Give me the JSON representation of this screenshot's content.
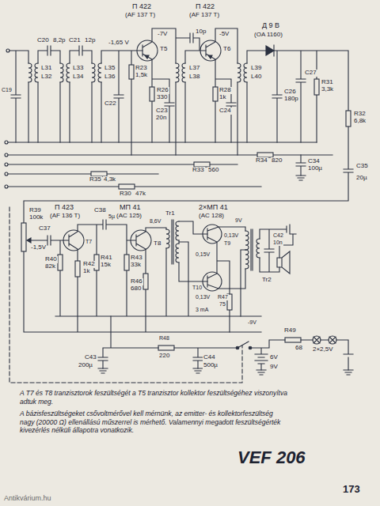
{
  "diagram": {
    "title": "VEF 206",
    "labels": [
      "П 422",
      "(AF 137 T)",
      "П 422",
      "(AF 137 T)",
      "Д 9 В",
      "(OA 1160)",
      "C19",
      "C20",
      "8,2p",
      "C21",
      "12p",
      "L31",
      "L32",
      "L33",
      "L34",
      "L35",
      "L36",
      "-1,65 V",
      "T5",
      "-7V",
      "10p",
      "T6",
      "-5V",
      "L37",
      "L38",
      "L39",
      "L40",
      "R23",
      "1,5k",
      "C22",
      "R26",
      "330",
      "C23",
      "20n",
      "R28",
      "1k",
      "C24",
      "C26",
      "180p",
      "C27",
      "R31",
      "3,3k",
      "R32",
      "6,8k",
      "C35",
      "20µ",
      "R30",
      "47k",
      "R33",
      "560",
      "R34",
      "820",
      "R35",
      "4,3k",
      "C34",
      "100µ",
      "П 423",
      "(AF 136 T)",
      "МП 41",
      "(AC 125)",
      "2×МП 41",
      "(AC 128)",
      "R39",
      "100k",
      "T7",
      "-1,5V",
      "R40",
      "82k",
      "R41",
      "15k",
      "R42",
      "1k",
      "C37",
      "C38",
      "5µ",
      "T8",
      "8,6V",
      "R43",
      "33k",
      "R46",
      "680",
      "Tr1",
      "R47",
      "75",
      "0,13V",
      "0,13V",
      "T9",
      "T10",
      "9V",
      "0,15V",
      "C42",
      "10n",
      "3 mA",
      "-9V",
      "Tr2",
      "R48",
      "220",
      "C43",
      "200µ",
      "C44",
      "500µ",
      "R49",
      "68",
      "2×2,5V",
      "6V",
      "9V",
      "A T7 és T8 tranzisztorok feszültségét a T5 tranzisztor kollektor feszültségéhez viszonyítva adtuk meg.",
      "A bázisfeszültségeket csővoltmérővel kell mérnünk, az emitter- és kollektorfeszültség nagy (20000 Ω) ellenállású műszerrel is mérhető. Valamennyi megadott feszültségérték kivezérlés nélküli állapotra vonatkozik.",
      "173",
      "Antikvárium.hu"
    ]
  }
}
